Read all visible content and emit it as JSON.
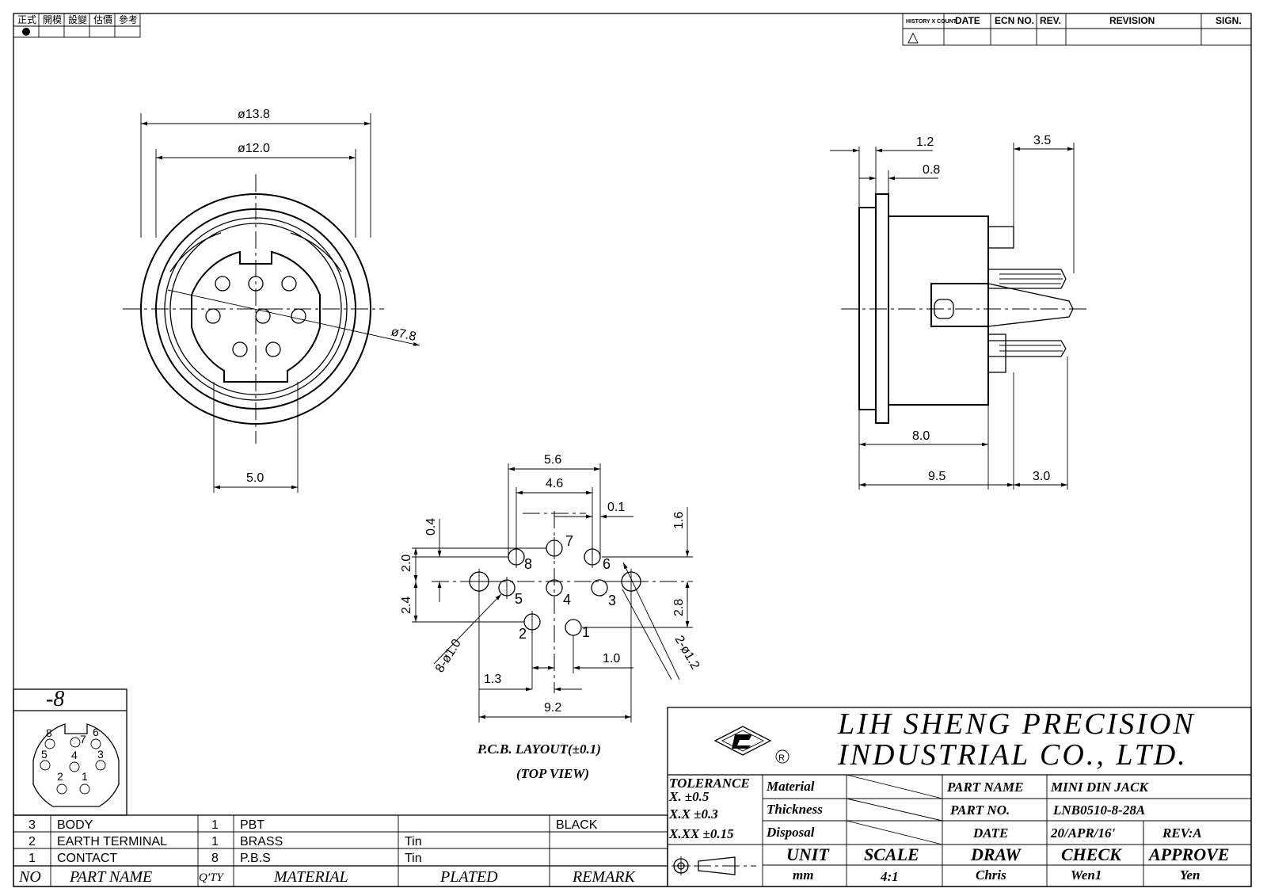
{
  "title_block_top_left": {
    "cells": [
      "正式",
      "開模",
      "設變",
      "估價",
      "參考"
    ]
  },
  "revision_table": {
    "headers": [
      "HISTORY X COUNT",
      "DATE",
      "ECN NO.",
      "REV.",
      "REVISION",
      "SIGN."
    ]
  },
  "front_view": {
    "dims": {
      "outer_dia": "ø13.8",
      "inner_dia": "ø12.0",
      "pin_circle": "ø7.8",
      "key_width": "5.0"
    }
  },
  "side_view": {
    "dims": {
      "flange": "1.2",
      "plate": "0.8",
      "tab": "3.5",
      "body": "8.0",
      "overall": "9.5",
      "pins": "3.0"
    }
  },
  "pcb_layout": {
    "dims": {
      "w56": "5.6",
      "w46": "4.6",
      "d01": "0.1",
      "d16": "1.6",
      "d04": "0.4",
      "d20": "2.0",
      "d24": "2.4",
      "d28": "2.8",
      "d10": "1.0",
      "d13": "1.3",
      "d92": "9.2",
      "holes_small": "8-ø1.0",
      "holes_large": "2-ø1.2"
    },
    "pin_labels": [
      "1",
      "2",
      "3",
      "4",
      "5",
      "6",
      "7",
      "8"
    ],
    "caption_line1": "P.C.B.  LAYOUT(±0.1)",
    "caption_line2": "(TOP  VIEW)"
  },
  "variant": {
    "label": "-8",
    "pins": [
      "8",
      "7",
      "6",
      "5",
      "4",
      "3",
      "2",
      "1"
    ]
  },
  "bom": {
    "headers": [
      "NO",
      "PART  NAME",
      "Q'TY",
      "MATERIAL",
      "PLATED",
      "REMARK"
    ],
    "rows": [
      {
        "no": "3",
        "name": "BODY",
        "qty": "1",
        "material": "PBT",
        "plated": "",
        "remark": "BLACK"
      },
      {
        "no": "2",
        "name": "EARTH  TERMINAL",
        "qty": "1",
        "material": "BRASS",
        "plated": "Tin",
        "remark": ""
      },
      {
        "no": "1",
        "name": "CONTACT",
        "qty": "8",
        "material": "P.B.S",
        "plated": "Tin",
        "remark": ""
      }
    ]
  },
  "company": {
    "line1": "LIH  SHENG  PRECISION",
    "line2": "INDUSTRIAL  CO.,  LTD.",
    "logo": "LS logo",
    "registered": "R"
  },
  "title_block": {
    "tolerance_label": "TOLERANCE",
    "tol_x": "X.     ±0.5",
    "tol_xx": "X.X   ±0.3",
    "tol_xxx": "X.XX  ±0.15",
    "material_label": "Material",
    "thickness_label": "Thickness",
    "disposal_label": "Disposal",
    "part_name_label": "PART  NAME",
    "part_name": "MINI  DIN  JACK",
    "part_no_label": "PART  NO.",
    "part_no": "LNB0510-8-28A",
    "date_label": "DATE",
    "date": "20/APR/16'",
    "rev": "REV:A",
    "unit_label": "UNIT",
    "unit": "mm",
    "scale_label": "SCALE",
    "scale": "4:1",
    "draw_label": "DRAW",
    "draw": "Chris",
    "check_label": "CHECK",
    "check": "Wen1",
    "approve_label": "APPROVE",
    "approve": "Yen"
  }
}
